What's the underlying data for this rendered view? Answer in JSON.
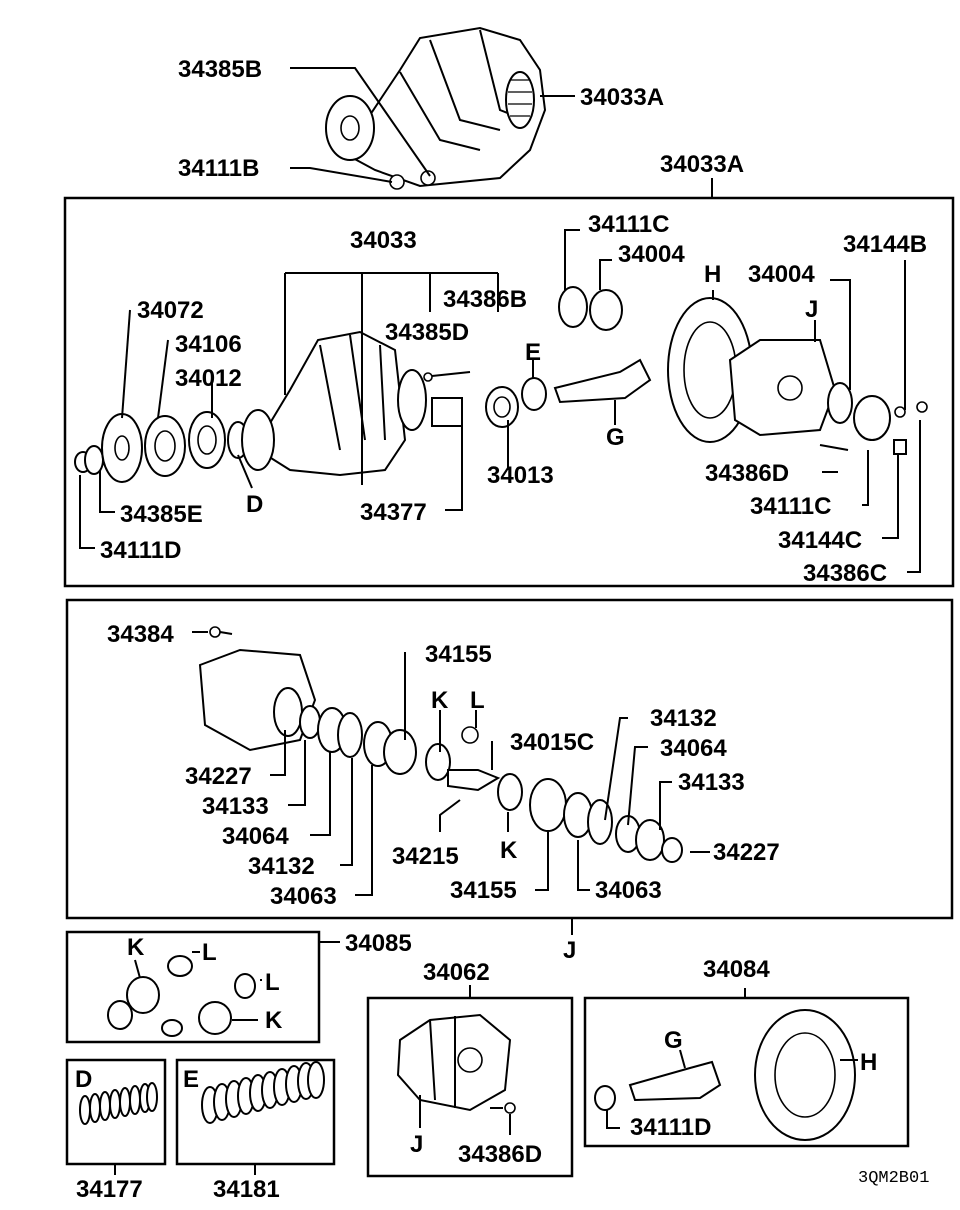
{
  "labels": {
    "top_34385b": "34385B",
    "top_34033a": "34033A",
    "top_34111b": "34111B",
    "frame1_34033a": "34033A",
    "f1_34111c_a": "34111C",
    "f1_34004_a": "34004",
    "f1_34033": "34033",
    "f1_h": "H",
    "f1_34004_b": "34004",
    "f1_34144b": "34144B",
    "f1_34072": "34072",
    "f1_34386b": "34386B",
    "f1_j": "J",
    "f1_34385d": "34385D",
    "f1_34106": "34106",
    "f1_e": "E",
    "f1_34012": "34012",
    "f1_g": "G",
    "f1_34013": "34013",
    "f1_34386d": "34386D",
    "f1_34111c_b": "34111C",
    "f1_34385e": "34385E",
    "f1_d": "D",
    "f1_34377": "34377",
    "f1_34144c": "34144C",
    "f1_34111d": "34111D",
    "f1_34386c": "34386C",
    "f2_34384": "34384",
    "f2_34155_a": "34155",
    "f2_k": "K",
    "f2_l": "L",
    "f2_34132_a": "34132",
    "f2_34015c": "34015C",
    "f2_34064_a": "34064",
    "f2_34133_a": "34133",
    "f2_34227_a": "34227",
    "f2_34133_b": "34133",
    "f2_34064_b": "34064",
    "f2_34227_b": "34227",
    "f2_34132_b": "34132",
    "f2_34215": "34215",
    "f2_k2": "K",
    "f2_34063_a": "34063",
    "f2_34155_b": "34155",
    "f2_34063_b": "34063",
    "f2_j": "J",
    "kit_34085": "34085",
    "kit_k1": "K",
    "kit_l1": "L",
    "kit_l2": "L",
    "kit_k2": "K",
    "kit_34062": "34062",
    "kit_34084": "34084",
    "kit_g": "G",
    "kit_h": "H",
    "kit_34111d": "34111D",
    "kit_j": "J",
    "kit_34386d": "34386D",
    "box_d": "D",
    "box_e": "E",
    "box_34177": "34177",
    "box_34181": "34181",
    "code": "3QM2B01"
  }
}
